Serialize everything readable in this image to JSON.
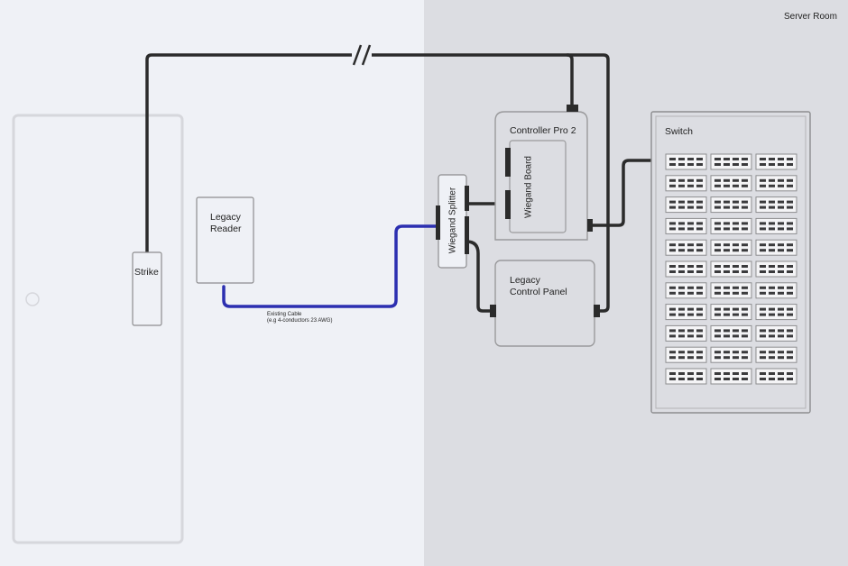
{
  "zone": {
    "label": "Server Room"
  },
  "devices": {
    "strike": {
      "label": "Strike"
    },
    "reader": {
      "line1": "Legacy",
      "line2": "Reader"
    },
    "splitter": {
      "label": "Wiegand Splitter"
    },
    "controller": {
      "label": "Controller Pro 2",
      "board_label": "Wiegand Board"
    },
    "panel": {
      "line1": "Legacy",
      "line2": "Control Panel"
    },
    "switch": {
      "label": "Switch",
      "rows": 11,
      "cols": 3
    }
  },
  "cable": {
    "line1": "Existing Cable",
    "line2": "(e.g 4-conductors 23 AWG)"
  },
  "colors": {
    "office_bg": "#eff1f6",
    "server_bg": "#dcdde2",
    "wire": "#2b2b2b",
    "existing_cable": "#2c2fb0",
    "device_stroke": "#9a9a9c",
    "door_stroke": "#d6d7dc"
  }
}
